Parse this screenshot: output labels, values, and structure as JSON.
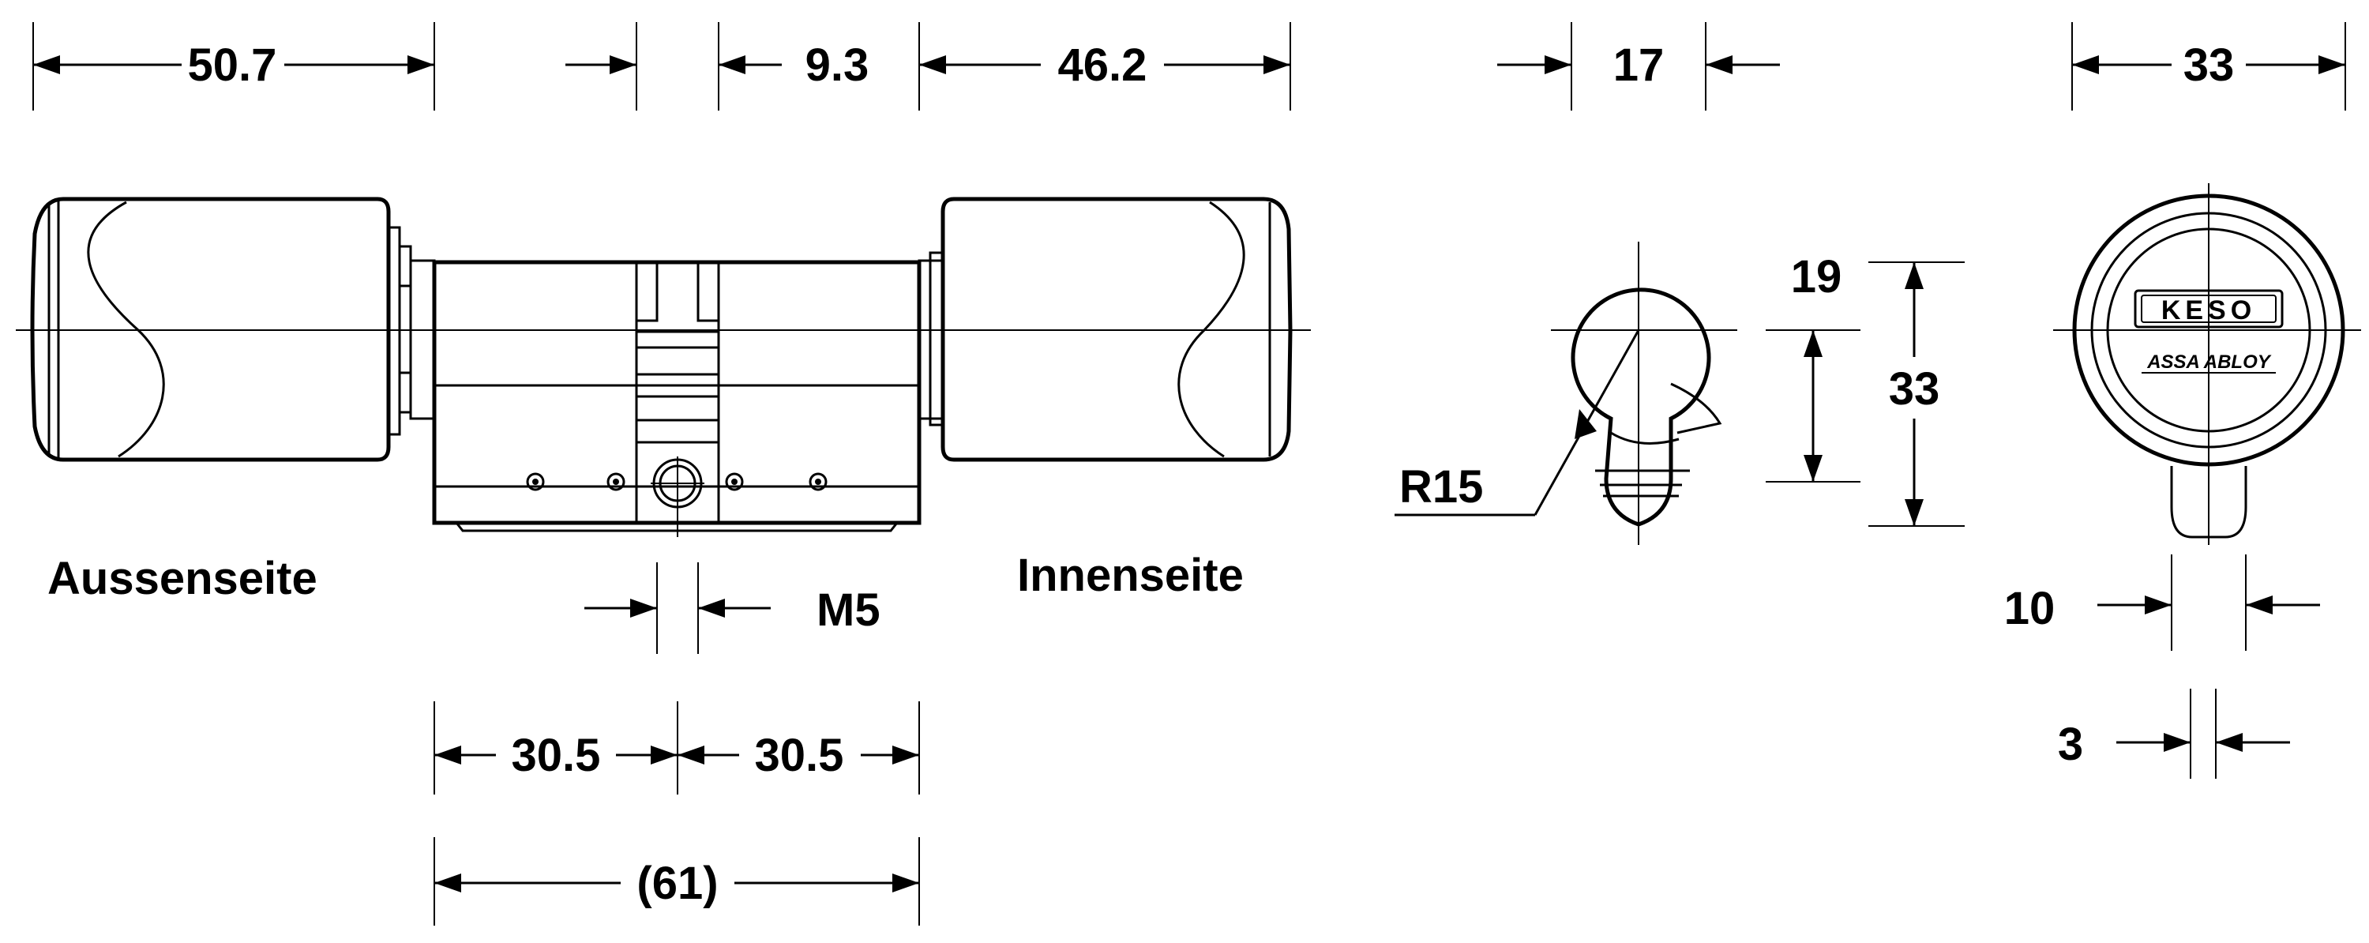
{
  "side_labels": {
    "outer": "Aussenseite",
    "inner": "Innenseite"
  },
  "dimensions": {
    "outer_knob_length": "50.7",
    "cam_width": "9.3",
    "inner_knob_length": "46.2",
    "profile_width": "17",
    "knob_diameter": "33",
    "radius": "R15",
    "profile_upper_height": "19",
    "profile_total_height": "33",
    "screw_thread": "M5",
    "half_length_outer": "30.5",
    "half_length_inner": "30.5",
    "total_length": "(61)",
    "cam_dim_10": "10",
    "cam_dim_3": "3"
  },
  "logo": {
    "brand": "KESO",
    "group": "ASSA ABLOY"
  }
}
